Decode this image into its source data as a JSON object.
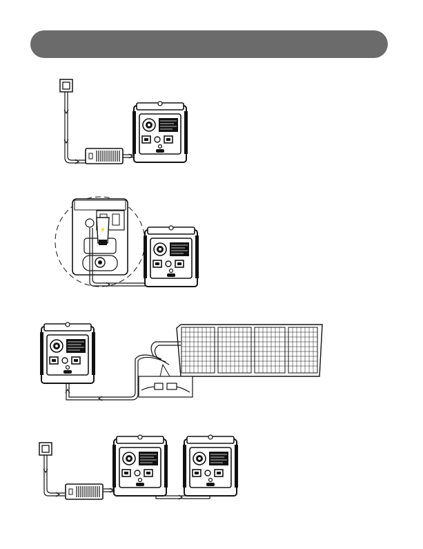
{
  "header": {
    "title": ""
  },
  "colors": {
    "header": "#6b6b6b",
    "line": "#111111",
    "paper": "#ffffff"
  },
  "diagrams": [
    {
      "name": "wall-outlet-to-adapter-charging",
      "icons": [
        "wall-outlet-icon",
        "ac-adapter-icon",
        "power-station-icon"
      ]
    },
    {
      "name": "car-socket-charging",
      "icons": [
        "car-socket-closeup-icon",
        "car-plug-icon",
        "power-station-icon"
      ]
    },
    {
      "name": "solar-panel-charging",
      "icons": [
        "power-station-icon",
        "solar-panel-icon",
        "mc4-connector-icon"
      ]
    },
    {
      "name": "dual-station-charging",
      "icons": [
        "wall-outlet-icon",
        "ac-adapter-icon",
        "power-station-icon",
        "power-station-icon"
      ]
    }
  ]
}
